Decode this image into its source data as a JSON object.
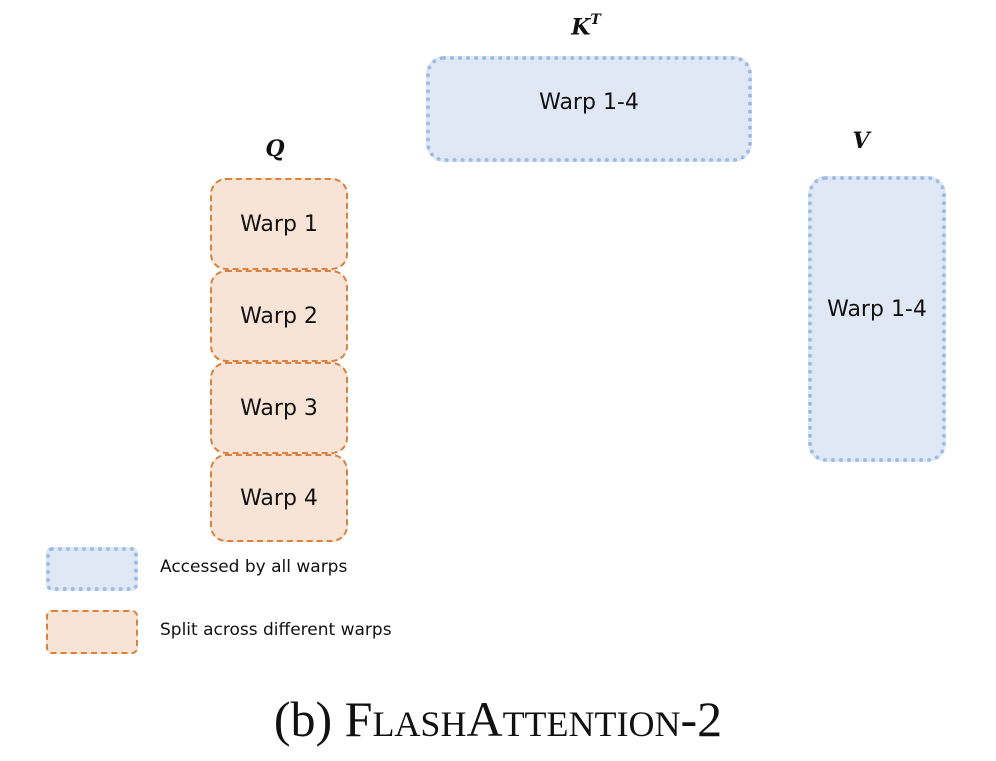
{
  "matrices": {
    "kt": {
      "label": "K",
      "superscript": "T",
      "block_label": "Warp 1-4"
    },
    "q": {
      "label": "Q",
      "blocks": [
        "Warp 1",
        "Warp 2",
        "Warp 3",
        "Warp 4"
      ]
    },
    "v": {
      "label": "V",
      "block_label": "Warp 1-4"
    }
  },
  "legend": {
    "shared": "Accessed by all warps",
    "split": "Split across different warps"
  },
  "caption": {
    "prefix": "(b) F",
    "part1_small": "LASH",
    "part2_cap": "A",
    "part3_small": "TTENTION",
    "suffix": "-2"
  },
  "colors": {
    "shared_fill": "#dfe8f4",
    "shared_border": "#9dbde3",
    "split_fill": "#f8e4d7",
    "split_border": "#d9823f"
  }
}
